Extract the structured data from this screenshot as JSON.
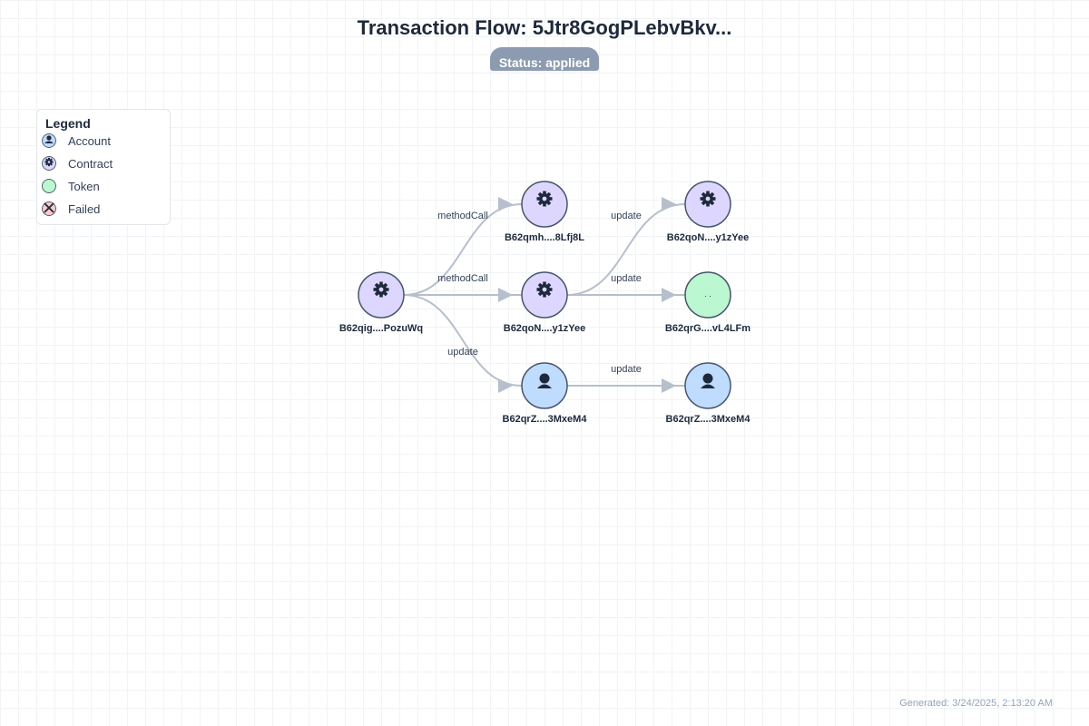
{
  "title": "Transaction Flow: 5Jtr8GogPLebvBkv...",
  "status": "Status: applied",
  "legend": {
    "title": "Legend",
    "items": [
      {
        "label": "Account",
        "type": "account",
        "color": "#bfdbfe"
      },
      {
        "label": "Contract",
        "type": "contract",
        "color": "#ddd6fe"
      },
      {
        "label": "Token",
        "type": "token",
        "color": "#bbf7d0"
      },
      {
        "label": "Failed",
        "type": "failed",
        "color": "#fecaca"
      }
    ]
  },
  "nodes": [
    {
      "id": "n0",
      "label": "B62qig....PozuWq",
      "type": "contract"
    },
    {
      "id": "n1",
      "label": "B62qmh....8Lfj8L",
      "type": "contract"
    },
    {
      "id": "n2",
      "label": "B62qoN....y1zYee",
      "type": "contract"
    },
    {
      "id": "n3",
      "label": "B62qrZ....3MxeM4",
      "type": "account"
    },
    {
      "id": "n4",
      "label": "B62qoN....y1zYee",
      "type": "contract"
    },
    {
      "id": "n5",
      "label": "B62qrG....vL4LFm",
      "type": "token",
      "icon_text": ". ."
    },
    {
      "id": "n6",
      "label": "B62qrZ....3MxeM4",
      "type": "account"
    }
  ],
  "edges": [
    {
      "from": "n0",
      "to": "n1",
      "label": "methodCall"
    },
    {
      "from": "n0",
      "to": "n2",
      "label": "methodCall"
    },
    {
      "from": "n0",
      "to": "n3",
      "label": "update"
    },
    {
      "from": "n2",
      "to": "n4",
      "label": "update"
    },
    {
      "from": "n2",
      "to": "n5",
      "label": "update"
    },
    {
      "from": "n3",
      "to": "n6",
      "label": "update"
    }
  ],
  "colors": {
    "account": "#bfdbfe",
    "contract": "#ddd6fe",
    "token": "#bbf7d0",
    "failed": "#fecaca",
    "edge": "#b7bfcc",
    "status_badge": "#8d9bb0"
  },
  "footer": "Generated: 3/24/2025, 2:13:20 AM"
}
